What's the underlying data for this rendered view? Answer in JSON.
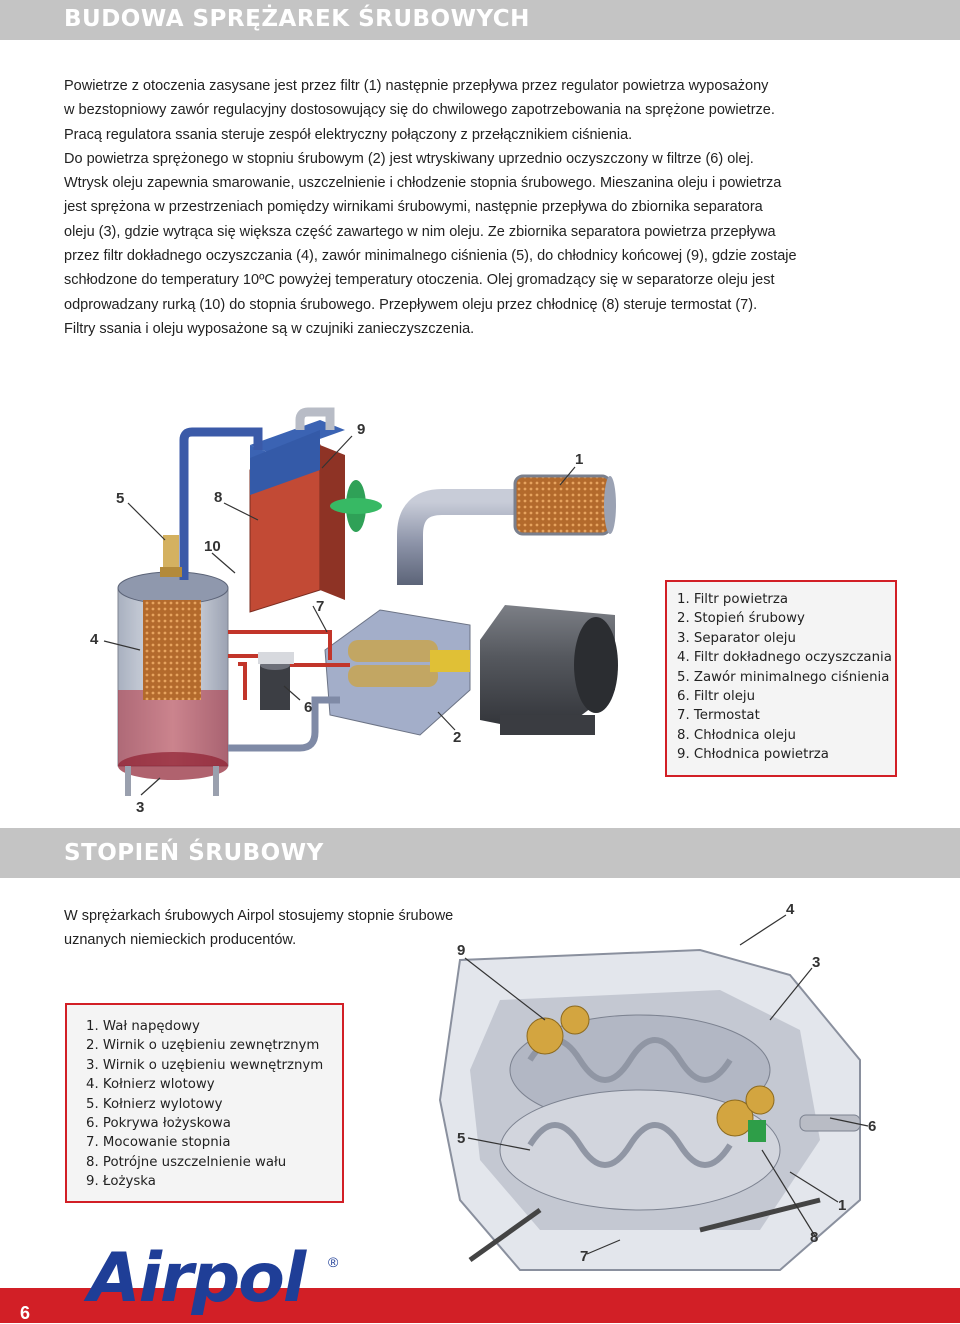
{
  "section1": {
    "title": "BUDOWA SPRĘŻAREK ŚRUBOWYCH",
    "paragraph_lines": [
      "Powietrze z otoczenia zasysane jest przez filtr (1) następnie przepływa przez regulator powietrza wyposażony",
      "w bezstopniowy zawór regulacyjny dostosowujący się do chwilowego zapotrzebowania na sprężone powietrze.",
      "Pracą regulatora ssania steruje zespół elektryczny połączony z przełącznikiem ciśnienia.",
      "Do powietrza sprężonego w  stopniu śrubowym (2) jest wtryskiwany uprzednio oczyszczony w filtrze (6) olej.",
      "Wtrysk oleju zapewnia smarowanie, uszczelnienie i chłodzenie stopnia śrubowego. Mieszanina oleju i powietrza",
      "jest sprężona w przestrzeniach pomiędzy wirnikami śrubowymi, następnie przepływa do zbiornika separatora",
      "oleju (3), gdzie wytrąca się większa część zawartego w nim oleju. Ze zbiornika separatora powietrza  przepływa",
      "przez filtr dokładnego oczyszczania (4), zawór minimalnego ciśnienia (5), do chłodnicy końcowej (9), gdzie zostaje",
      "schłodzone do temperatury 10ºC powyżej temperatury otoczenia. Olej gromadzący się w separatorze oleju jest",
      "odprowadzany rurką (10) do stopnia śrubowego. Przepływem oleju przez chłodnicę (8) steruje termostat (7).",
      "Filtry ssania i oleju wyposażone są w czujniki zanieczyszczenia."
    ],
    "diagram_labels": [
      "9",
      "1",
      "5",
      "8",
      "10",
      "7",
      "4",
      "6",
      "2",
      "3"
    ],
    "legend": [
      "1. Filtr powietrza",
      "2. Stopień śrubowy",
      "3. Separator oleju",
      "4. Filtr dokładnego oczyszczania",
      "5. Zawór minimalnego ciśnienia",
      "6. Filtr oleju",
      "7. Termostat",
      "8. Chłodnica oleju",
      "9. Chłodnica powietrza"
    ]
  },
  "section2": {
    "title": "STOPIEŃ ŚRUBOWY",
    "paragraph_lines": [
      "W sprężarkach śrubowych Airpol stosujemy stopnie śrubowe",
      "uznanych niemieckich producentów."
    ],
    "diagram_labels": [
      "4",
      "9",
      "3",
      "5",
      "6",
      "1",
      "8",
      "7"
    ],
    "legend": [
      "1. Wał napędowy",
      "2. Wirnik o uzębieniu zewnętrznym",
      "3. Wirnik o uzębieniu wewnętrznym",
      "4. Kołnierz wlotowy",
      "5. Kołnierz wylotowy",
      "6. Pokrywa łożyskowa",
      "7. Mocowanie stopnia",
      "8. Potrójne uszczelnienie wału",
      "9. Łożyska"
    ]
  },
  "footer": {
    "logo_text": "Airpol",
    "registered_mark": "®",
    "page_number": "6"
  },
  "colors": {
    "header_band": "#c4c4c4",
    "accent_red": "#d21f26",
    "logo_blue": "#1f3e97"
  }
}
